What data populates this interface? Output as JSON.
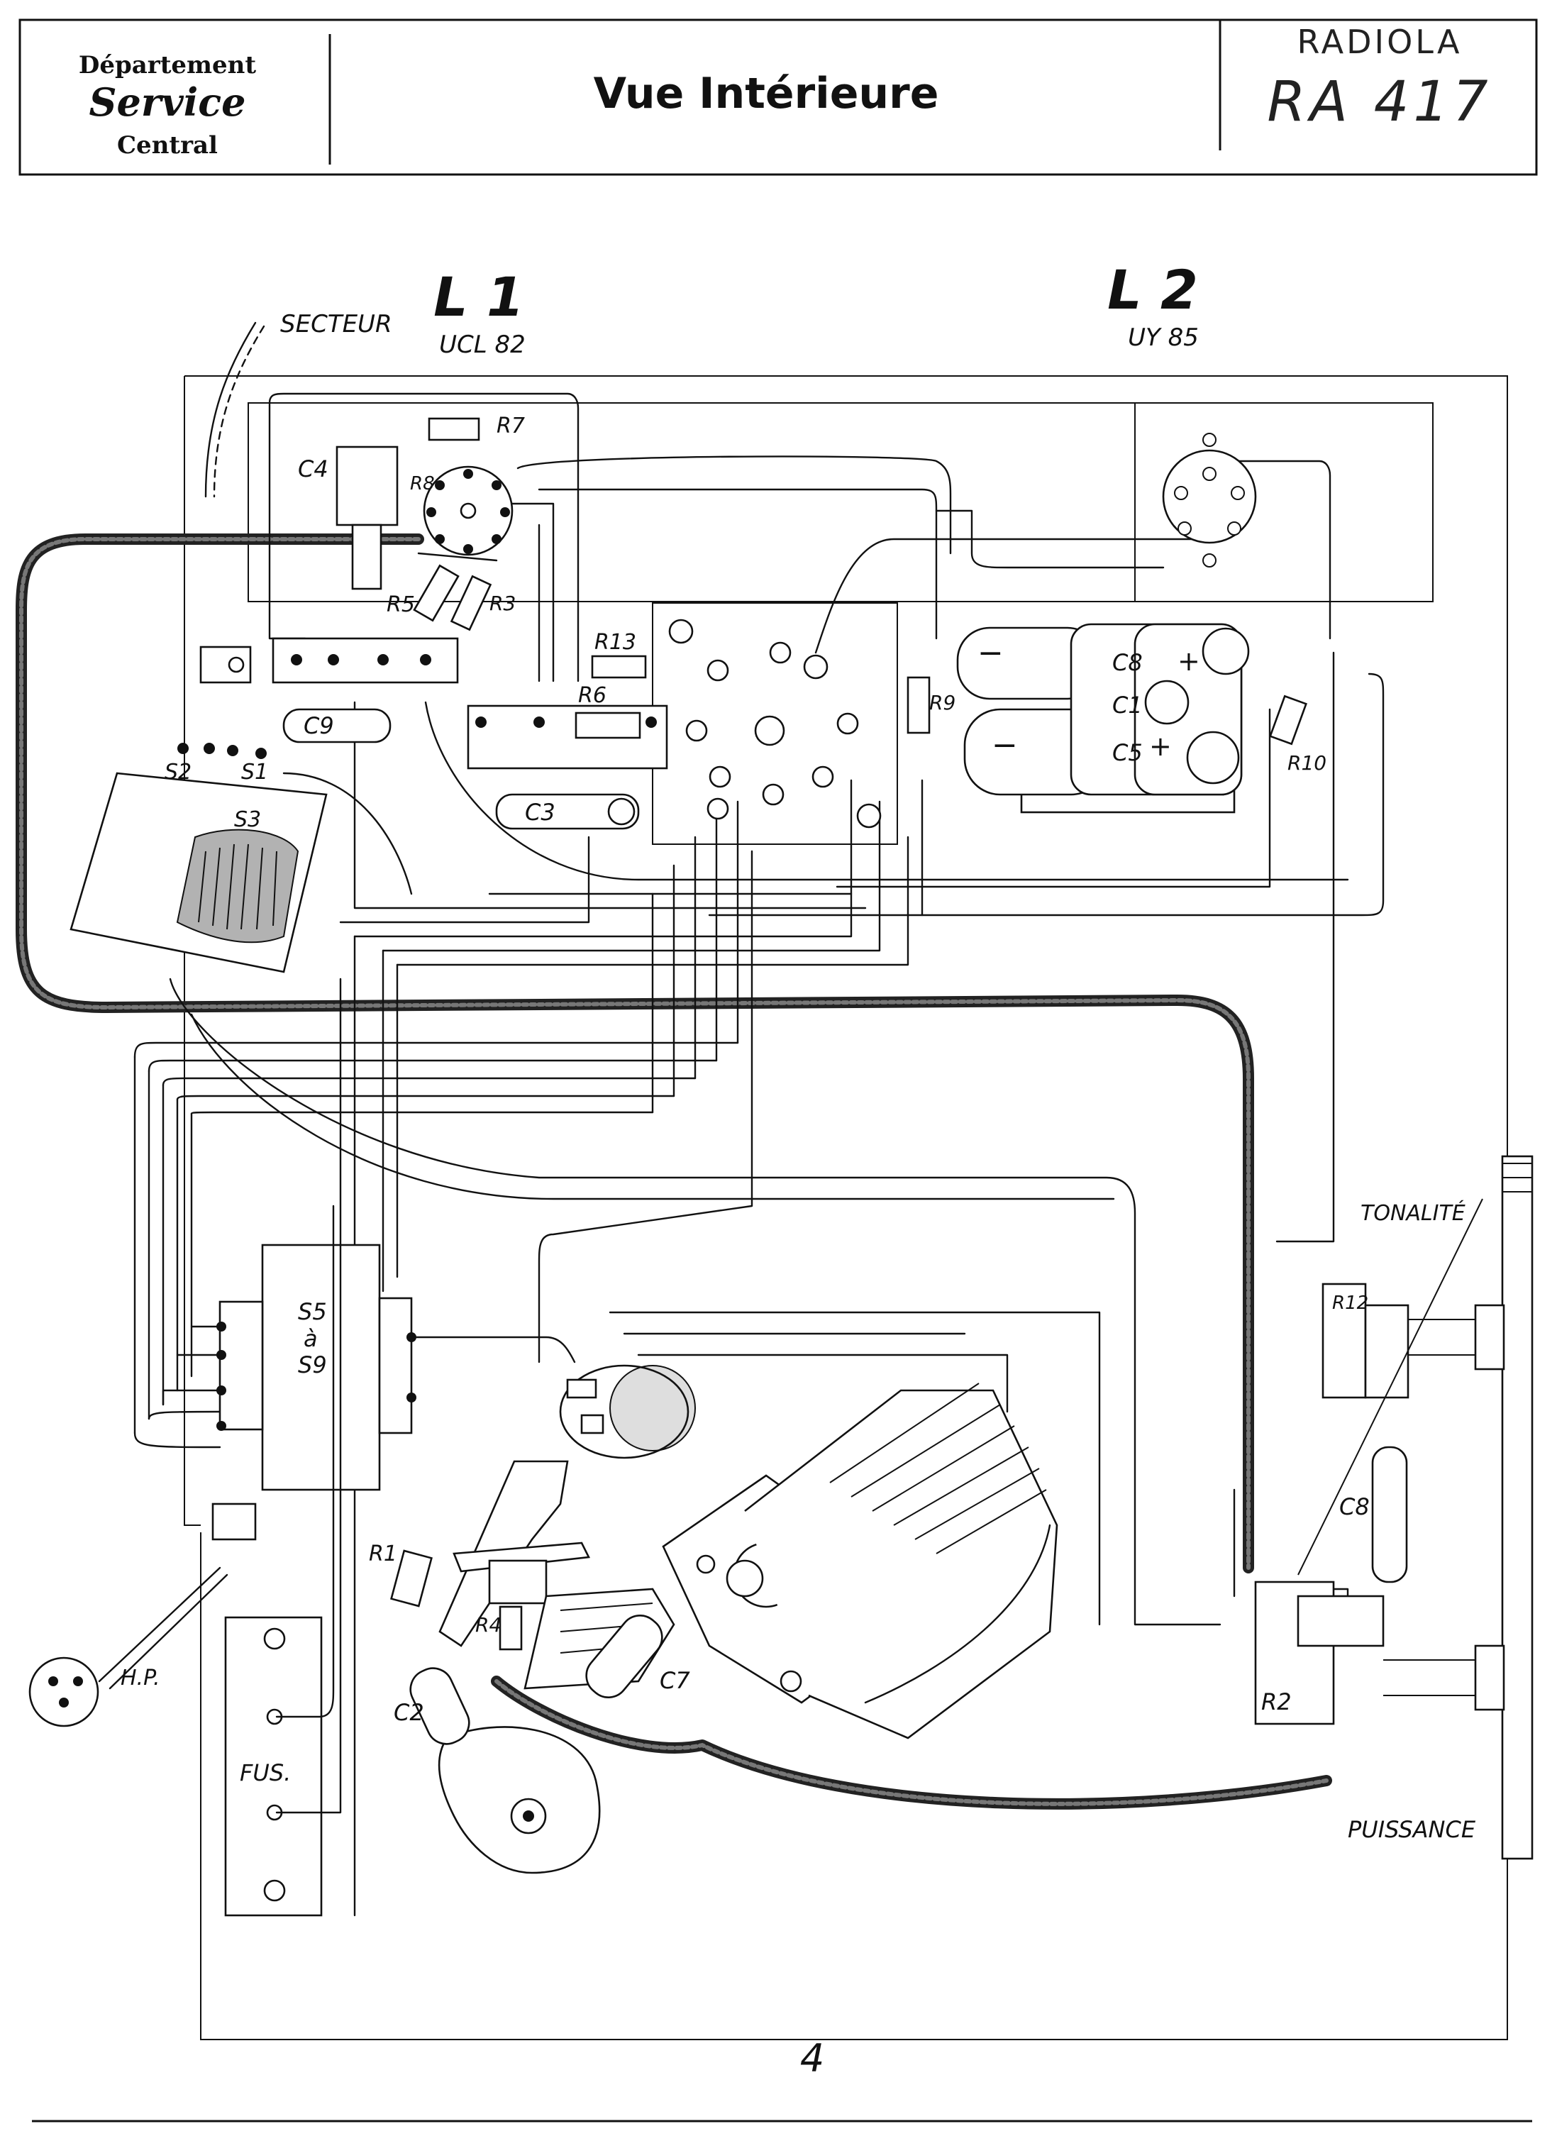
{
  "header": {
    "department_line1": "Département",
    "department_line2": "Service",
    "department_line3": "Central",
    "title": "Vue Intérieure",
    "brand": "RADIOLA",
    "model": "RA 417"
  },
  "tubes": {
    "l1_name": "L 1",
    "l1_type": "UCL 82",
    "l2_name": "L 2",
    "l2_type": "UY 85"
  },
  "labels": {
    "secteur": "SECTEUR",
    "c4": "C4",
    "r7": "R7",
    "r8": "R8",
    "r5": "R5",
    "r3": "R3",
    "r13": "R13",
    "r6": "R6",
    "c9": "C9",
    "c3": "C3",
    "s1": "S1",
    "s2": "S2",
    "s3": "S3",
    "r9": "R9",
    "c8_top": "C8",
    "c1": "C1",
    "c5": "C5",
    "r10": "R10",
    "s5": "S5",
    "a": "à",
    "s9": "S9",
    "r1": "R1",
    "r4": "R4",
    "c2": "C2",
    "c7": "C7",
    "hp": "H.P.",
    "fus": "FUS.",
    "tonalite": "TONALITÉ",
    "r12": "R12",
    "c8_right": "C8",
    "r2": "R2",
    "puissance": "PUISSANCE",
    "plus1": "+",
    "plus2": "+",
    "minus1": "−",
    "minus2": "−"
  },
  "footer": {
    "page_number": "4"
  }
}
